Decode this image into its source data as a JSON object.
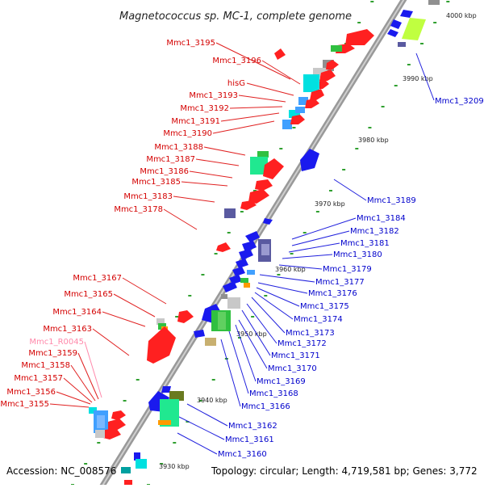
{
  "title": "Magnetococcus sp. MC-1, complete genome",
  "footer": {
    "accession": "Accession: NC_008576",
    "topology": "Topology: circular; Length: 4,719,581 bp; Genes: 3,772"
  },
  "colors": {
    "backbone": "#999999",
    "forward_label": "#d40000",
    "reverse_label": "#0000cc",
    "rna_label": "#ff88aa",
    "forward_gene": "#ff2020",
    "reverse_gene": "#1a1aee",
    "cog": [
      "#00e0e0",
      "#40a0ff",
      "#20e890",
      "#c0ff40",
      "#30c040",
      "#5a5aa0",
      "#909090",
      "#c8c8c8",
      "#c8b070",
      "#ff9a00",
      "#6a7a20"
    ]
  },
  "scale_labels": [
    "4000 kbp",
    "3990 kbp",
    "3980 kbp",
    "3970 kbp",
    "3960 kbp",
    "3950 kbp",
    "3940 kbp",
    "3930 kbp"
  ],
  "forward_labels": [
    "Mmc1_3195",
    "Mmc1_3196",
    "hisG",
    "Mmc1_3193",
    "Mmc1_3192",
    "Mmc1_3191",
    "Mmc1_3190",
    "Mmc1_3188",
    "Mmc1_3187",
    "Mmc1_3186",
    "Mmc1_3185",
    "Mmc1_3183",
    "Mmc1_3178",
    "Mmc1_3167",
    "Mmc1_3165",
    "Mmc1_3164",
    "Mmc1_3163",
    "Mmc1_R0045",
    "Mmc1_3159",
    "Mmc1_3158",
    "Mmc1_3157",
    "Mmc1_3156",
    "Mmc1_3155"
  ],
  "reverse_labels": [
    "Mmc1_3209",
    "Mmc1_3189",
    "Mmc1_3184",
    "Mmc1_3182",
    "Mmc1_3181",
    "Mmc1_3180",
    "Mmc1_3179",
    "Mmc1_3177",
    "Mmc1_3176",
    "Mmc1_3175",
    "Mmc1_3174",
    "Mmc1_3173",
    "Mmc1_3172",
    "Mmc1_3171",
    "Mmc1_3170",
    "Mmc1_3169",
    "Mmc1_3168",
    "Mmc1_3166",
    "Mmc1_3162",
    "Mmc1_3161",
    "Mmc1_3160"
  ]
}
